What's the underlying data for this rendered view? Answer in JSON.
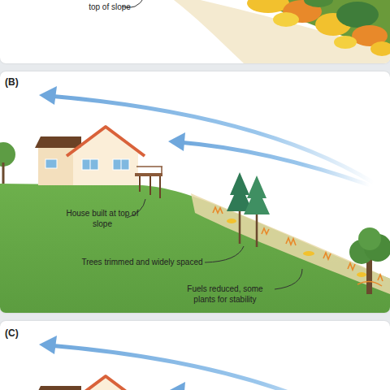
{
  "diagram": {
    "nodes": [
      {
        "text": [
          "top of slope"
        ]
      },
      {
        "text": [
          "(B)",
          "House built at top of slope",
          "Trees trimmed and widely spaced",
          "Fuels reduced, some plants for stability"
        ]
      },
      {
        "text": [
          "(C)"
        ]
      }
    ]
  }
}
